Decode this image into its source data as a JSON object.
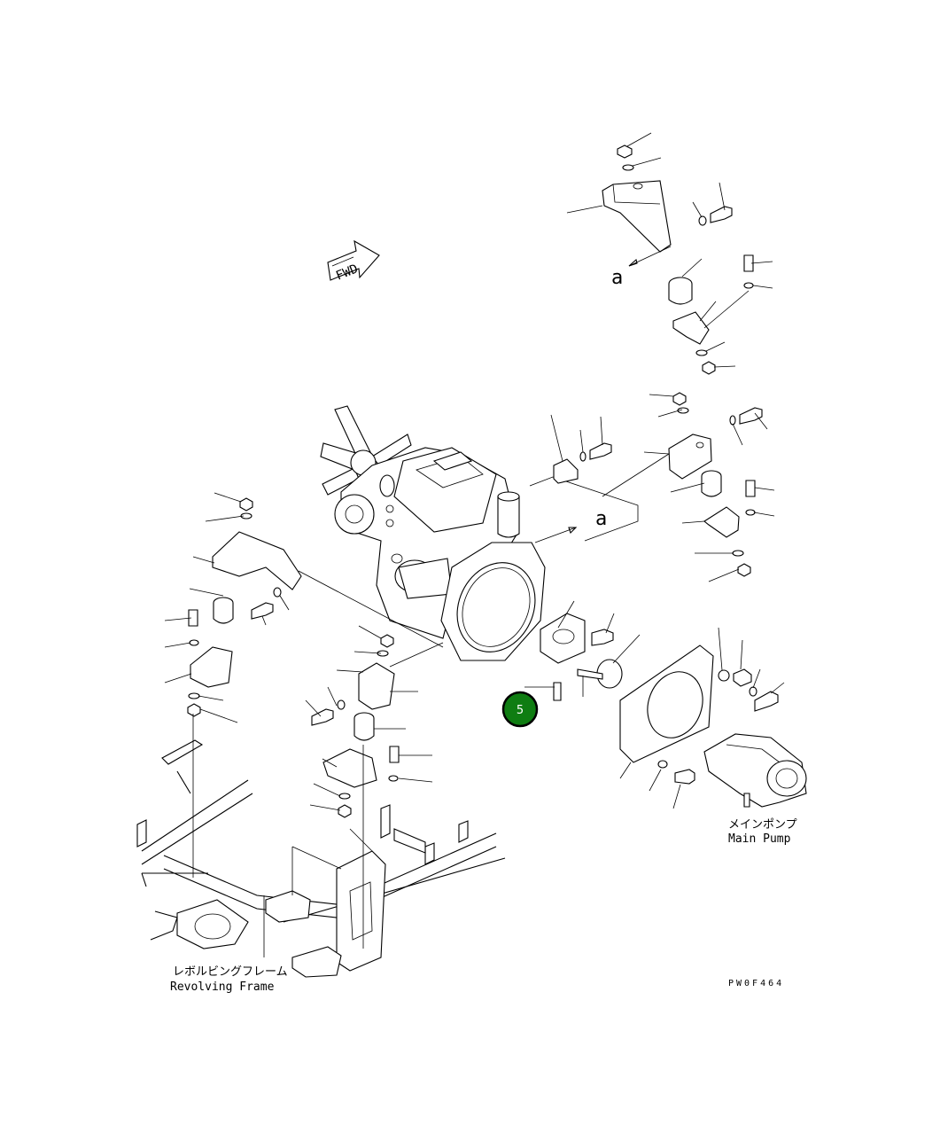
{
  "fwd_label": "FWD",
  "view_marker_1": "a",
  "view_marker_2": "a",
  "main_pump_jp": "メインポンプ",
  "main_pump_en": "Main Pump",
  "revolving_frame_jp": "レボルビングフレーム",
  "revolving_frame_en": "Revolving Frame",
  "drawing_code": "PW0F464",
  "callout_number": "5",
  "colors": {
    "callout_fill": "#0f7d12",
    "callout_text": "#ffffff",
    "line": "#000000"
  }
}
